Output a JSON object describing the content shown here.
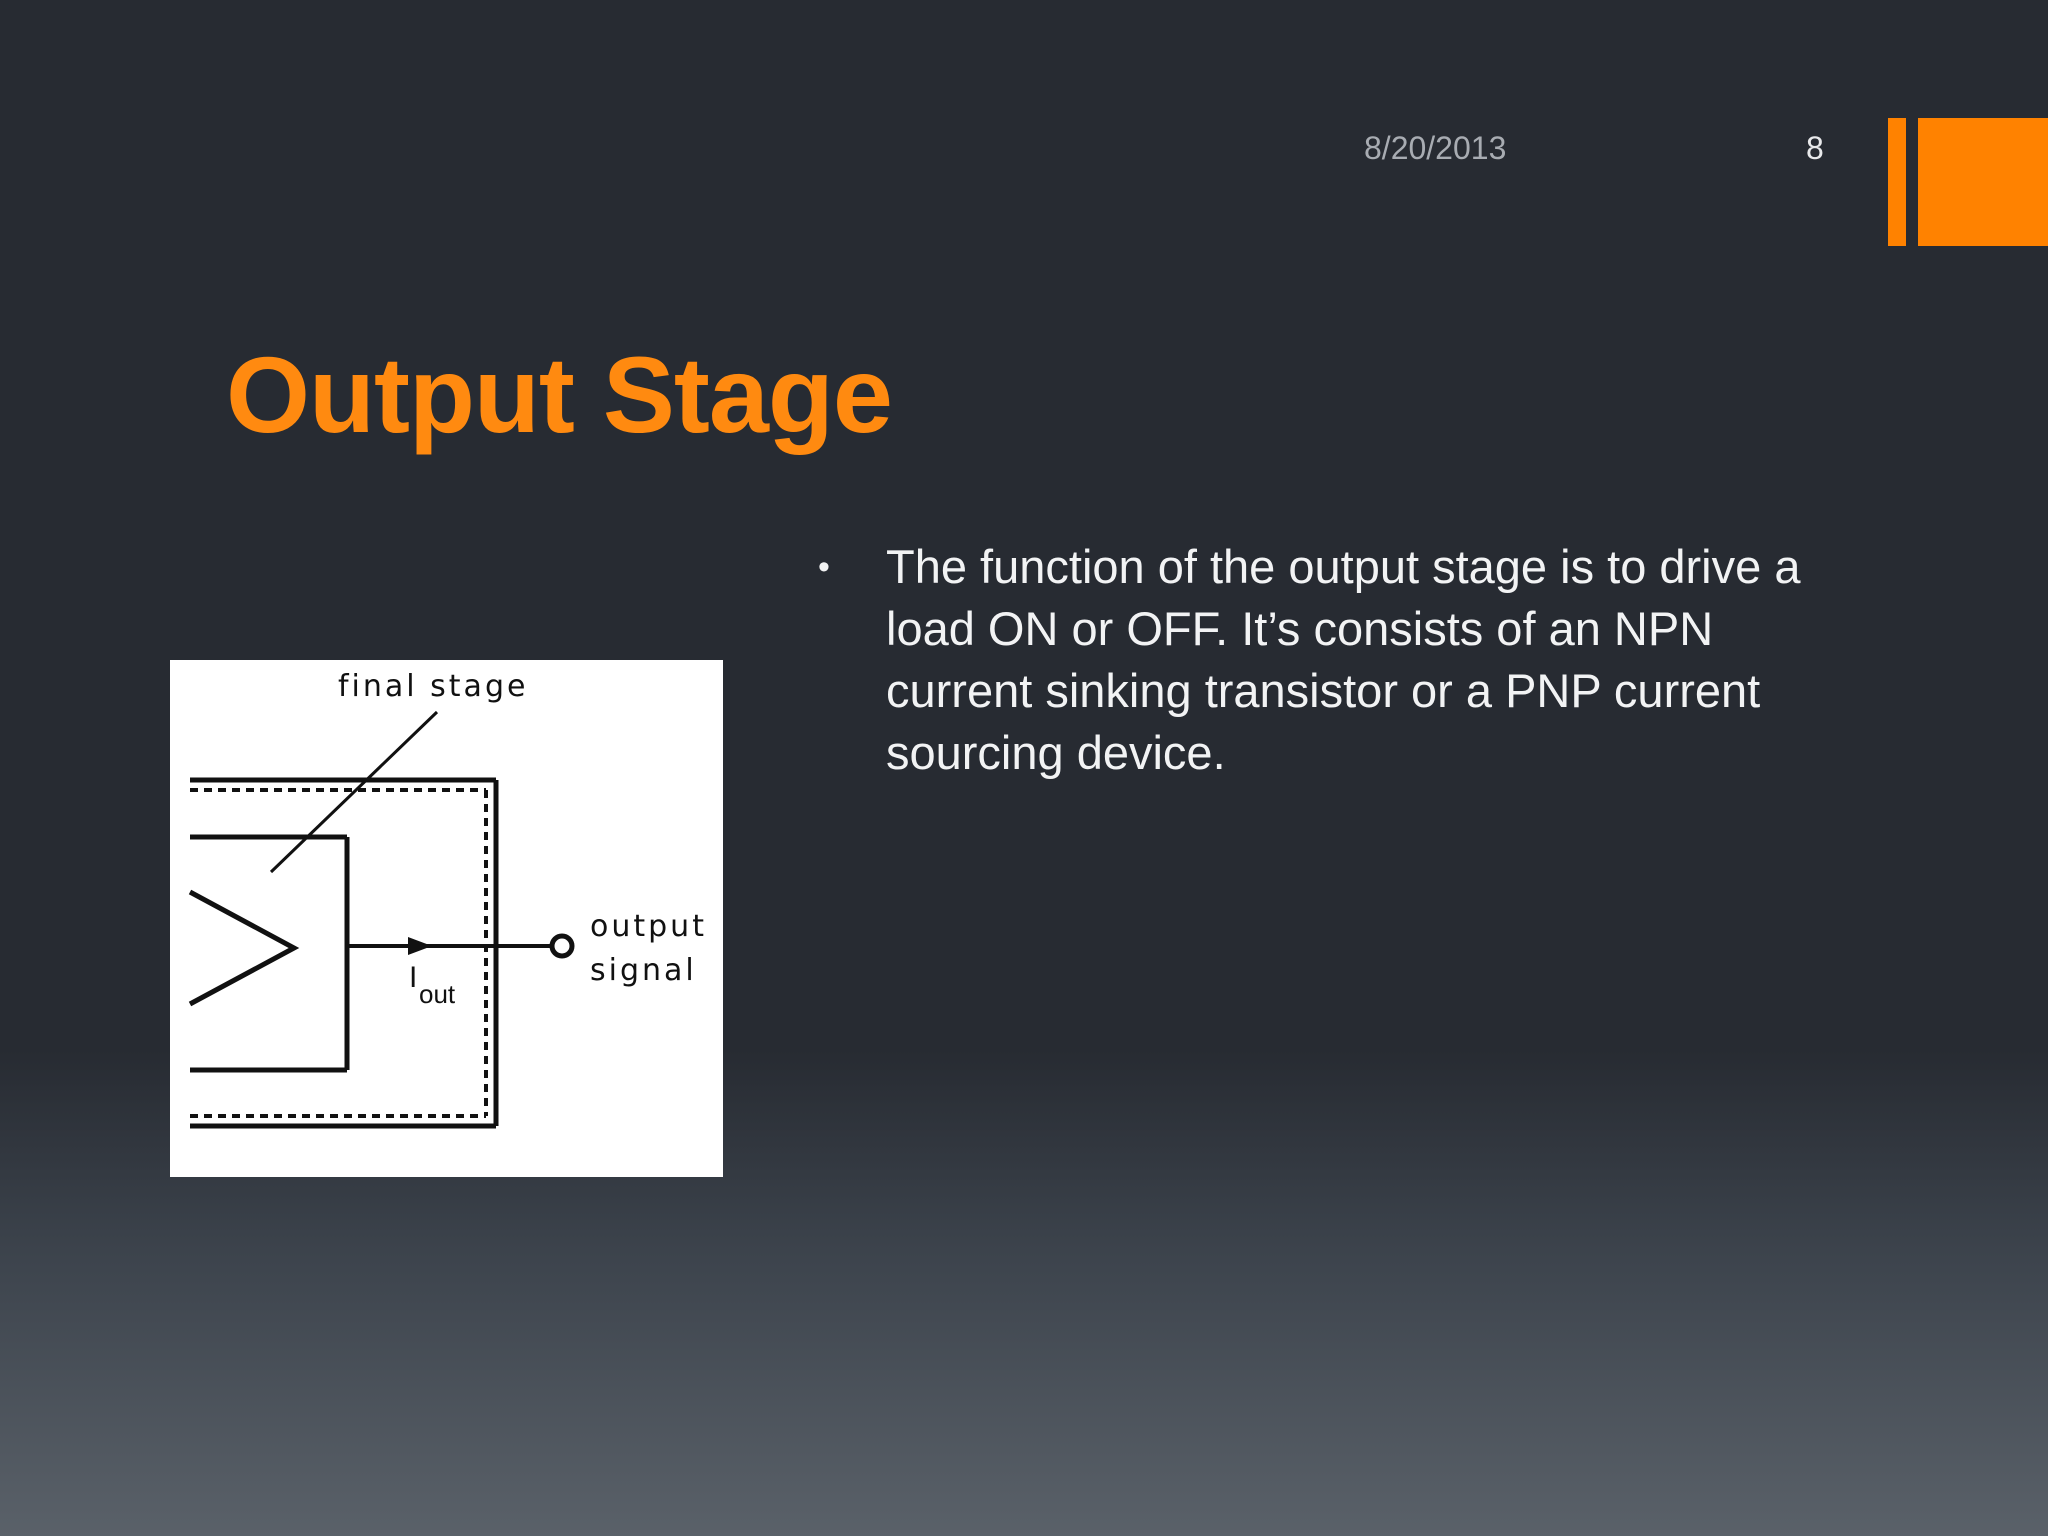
{
  "slide": {
    "date": "8/20/2013",
    "page_number": "8",
    "title": "Output Stage",
    "bullets": [
      "The function of the output stage is to drive a load ON or OFF. It’s consists of an NPN current sinking transistor or a PNP current sourcing device."
    ]
  },
  "figure": {
    "label_top": "final stage",
    "label_current_main": "I",
    "label_current_sub": "out",
    "label_output_line1": "output",
    "label_output_line2": "signal"
  },
  "colors": {
    "accent": "#ff8200",
    "title": "#ff8a10",
    "text": "#f2f3f4",
    "date": "#a8acb2"
  }
}
